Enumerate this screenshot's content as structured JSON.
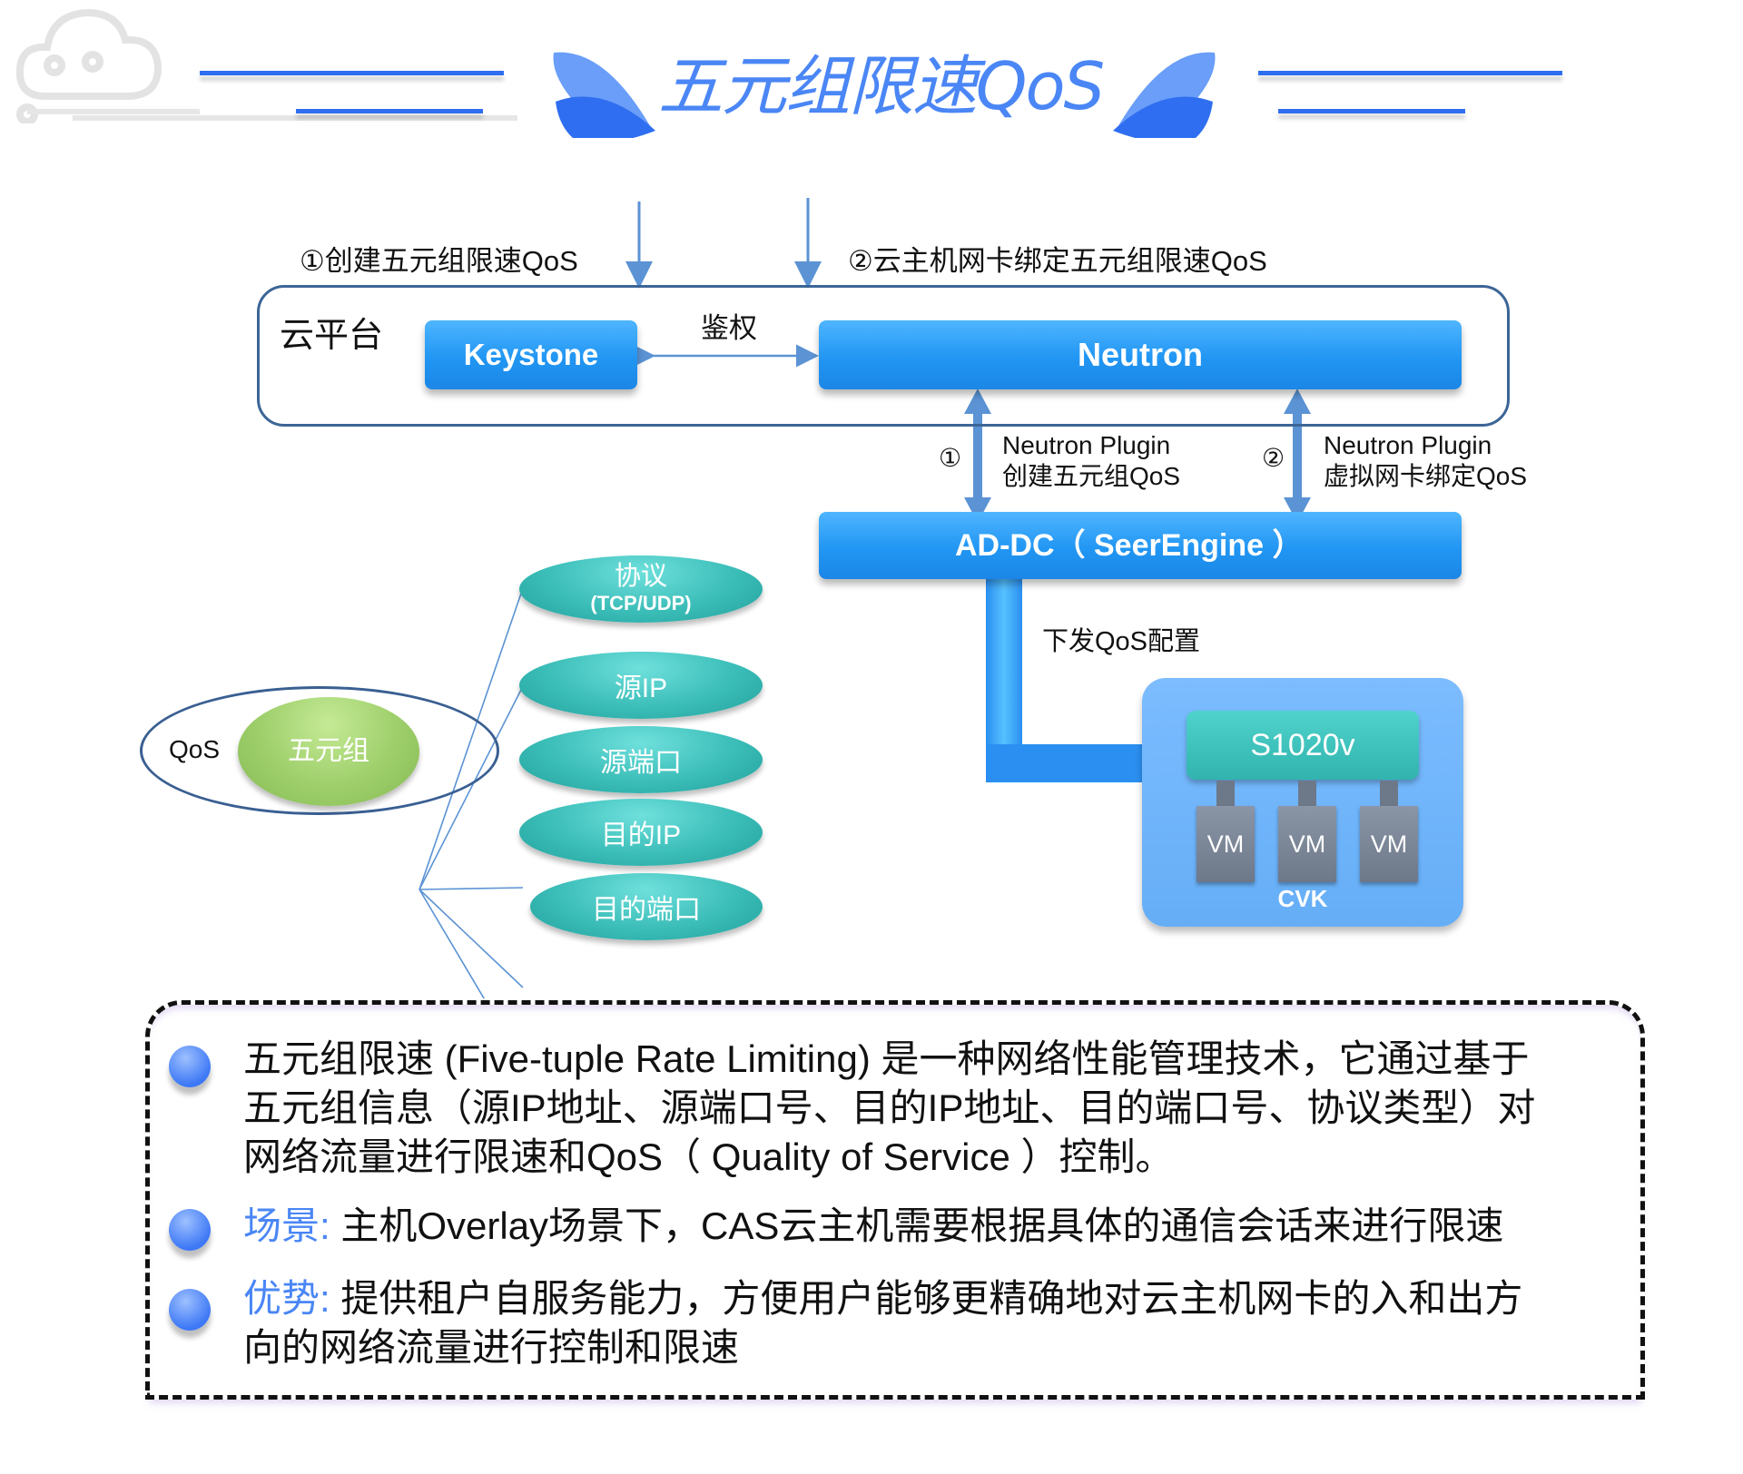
{
  "header": {
    "title": "五元组限速QoS",
    "accent_color": "#4a86f5",
    "left_icon": "cloud-network-icon",
    "title_decoration": "leaf-wing-icon"
  },
  "flow": {
    "step1_label": "①创建五元组限速QoS",
    "step2_label": "②云主机网卡绑定五元组限速QoS",
    "platform_label": "云平台",
    "keystone": "Keystone",
    "auth_label": "鉴权",
    "neutron": "Neutron",
    "plugin1": {
      "num": "①",
      "line1": "Neutron Plugin",
      "line2": "创建五元组QoS"
    },
    "plugin2": {
      "num": "②",
      "line1": "Neutron Plugin",
      "line2": "虚拟网卡绑定QoS"
    },
    "addc": "AD-DC（ SeerEngine ）",
    "deliver_label": "下发QoS配置",
    "switch": "S1020v",
    "vms": [
      "VM",
      "VM",
      "VM"
    ],
    "host": "CVK"
  },
  "tuple": {
    "outer": "QoS",
    "center": "五元组",
    "items": [
      {
        "line1": "协议",
        "line2": "(TCP/UDP)"
      },
      {
        "line1": "源IP"
      },
      {
        "line1": "源端口"
      },
      {
        "line1": "目的IP"
      },
      {
        "line1": "目的端口"
      }
    ]
  },
  "notes": {
    "intro": [
      "五元组限速 (Five-tuple Rate Limiting) 是一种网络性能管理技术，它通过基于",
      "五元组信息（源IP地址、源端口号、目的IP地址、目的端口号、协议类型）对",
      "网络流量进行限速和QoS（ Quality of Service ）控制。"
    ],
    "scenario_label": "场景:",
    "scenario_text": "主机Overlay场景下，CAS云主机需要根据具体的通信会话来进行限速",
    "advantage_label": "优势:",
    "advantage_text": [
      "提供租户自服务能力，方便用户能够更精确地对云主机网卡的入和出方",
      "向的网络流量进行控制和限速"
    ]
  }
}
